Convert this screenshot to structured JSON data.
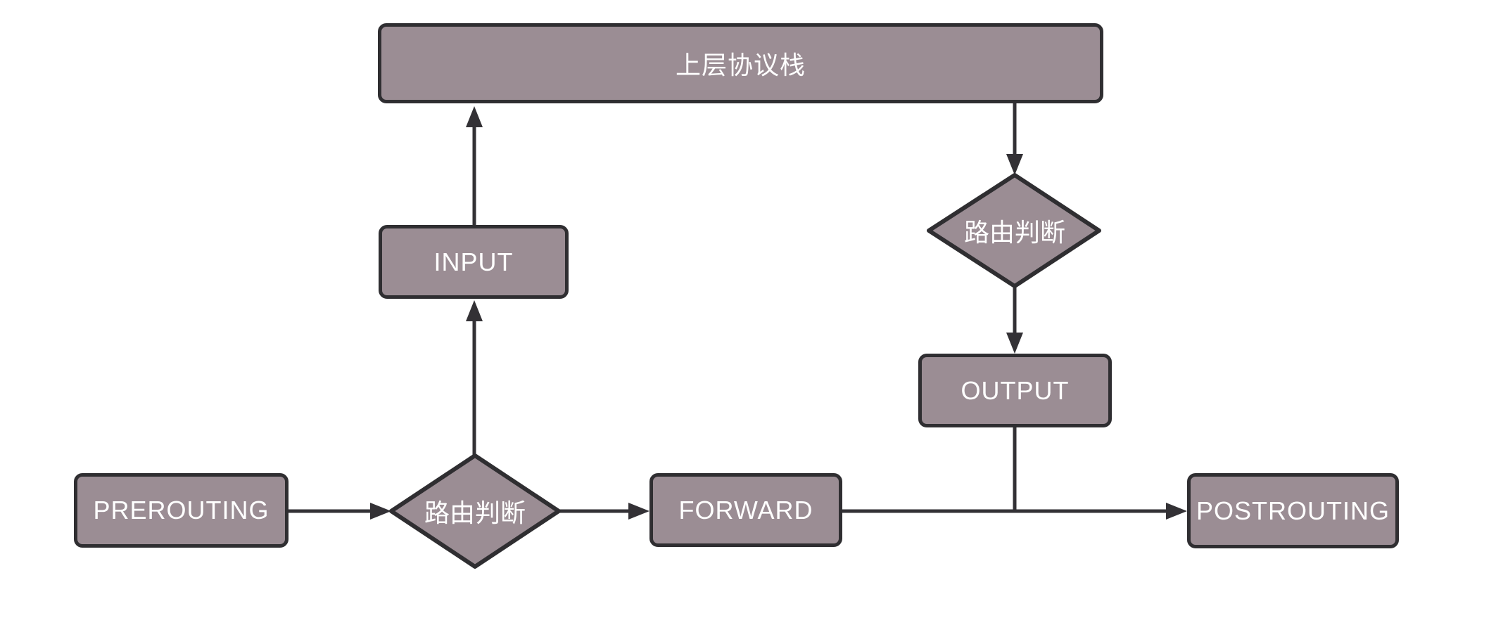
{
  "colors": {
    "node_fill": "#9B8D94",
    "node_border": "#2F2E31",
    "arrow": "#333135",
    "label_text": "#FFFFFF",
    "background": "#FFFFFF"
  },
  "nodes": {
    "protocol_stack": {
      "label": "上层协议栈",
      "shape": "rect"
    },
    "input": {
      "label": "INPUT",
      "shape": "rect"
    },
    "output": {
      "label": "OUTPUT",
      "shape": "rect"
    },
    "prerouting": {
      "label": "PREROUTING",
      "shape": "rect"
    },
    "forward": {
      "label": "FORWARD",
      "shape": "rect"
    },
    "postrouting": {
      "label": "POSTROUTING",
      "shape": "rect"
    },
    "routing_decision_top": {
      "label": "路由判断",
      "shape": "diamond"
    },
    "routing_decision_bottom": {
      "label": "路由判断",
      "shape": "diamond"
    }
  },
  "edges": [
    {
      "from": "input",
      "to": "protocol_stack",
      "arrowhead": true,
      "direction": "up"
    },
    {
      "from": "routing_decision_bottom",
      "to": "input",
      "arrowhead": true,
      "direction": "up"
    },
    {
      "from": "protocol_stack",
      "to": "routing_decision_top",
      "arrowhead": true,
      "direction": "down"
    },
    {
      "from": "routing_decision_top",
      "to": "output",
      "arrowhead": true,
      "direction": "down"
    },
    {
      "from": "output",
      "to": "forward_postrouting_line",
      "arrowhead": false,
      "direction": "down"
    },
    {
      "from": "prerouting",
      "to": "routing_decision_bottom",
      "arrowhead": true,
      "direction": "right"
    },
    {
      "from": "routing_decision_bottom",
      "to": "forward",
      "arrowhead": true,
      "direction": "right"
    },
    {
      "from": "forward",
      "to": "postrouting",
      "arrowhead": true,
      "direction": "right"
    }
  ]
}
